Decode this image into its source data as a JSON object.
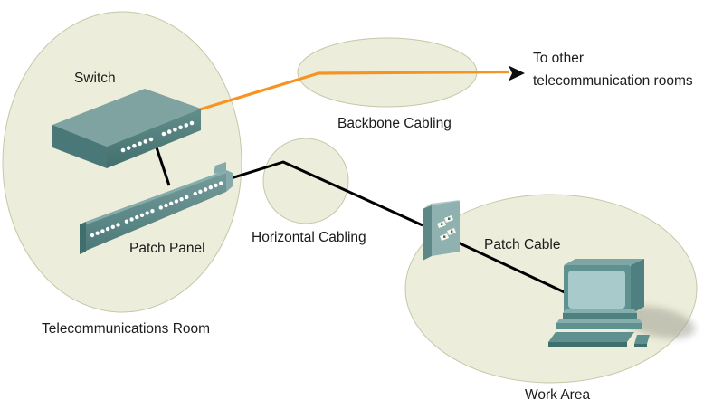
{
  "zones": {
    "telecommunications_room": {
      "label": "Telecommunications Room"
    },
    "backbone_cabling": {
      "label": "Backbone Cabling"
    },
    "horizontal_cabling": {
      "label": "Horizontal Cabling"
    },
    "work_area": {
      "label": "Work Area"
    }
  },
  "devices": {
    "switch": {
      "label": "Switch"
    },
    "patch_panel": {
      "label": "Patch Panel"
    },
    "patch_cable": {
      "label": "Patch Cable"
    }
  },
  "annotations": {
    "external_destination": {
      "line1": "To other",
      "line2": "telecommunication rooms"
    }
  },
  "icons": {
    "switch": "network-switch-icon",
    "patch_panel": "patch-panel-icon",
    "wall_jack": "wall-jack-icon",
    "computer": "desktop-computer-icon",
    "arrow": "arrow-right-icon"
  },
  "colors": {
    "background": "#ffffff",
    "zone_fill": "#ecedda",
    "zone_stroke": "#c6c7a9",
    "backbone_cable": "#f79421",
    "cable": "#000000",
    "device_top": "#7ea3a0",
    "device_front": "#5d8a88",
    "device_side": "#4a7878",
    "screen": "#a8caca",
    "text": "#1b1b1b"
  }
}
